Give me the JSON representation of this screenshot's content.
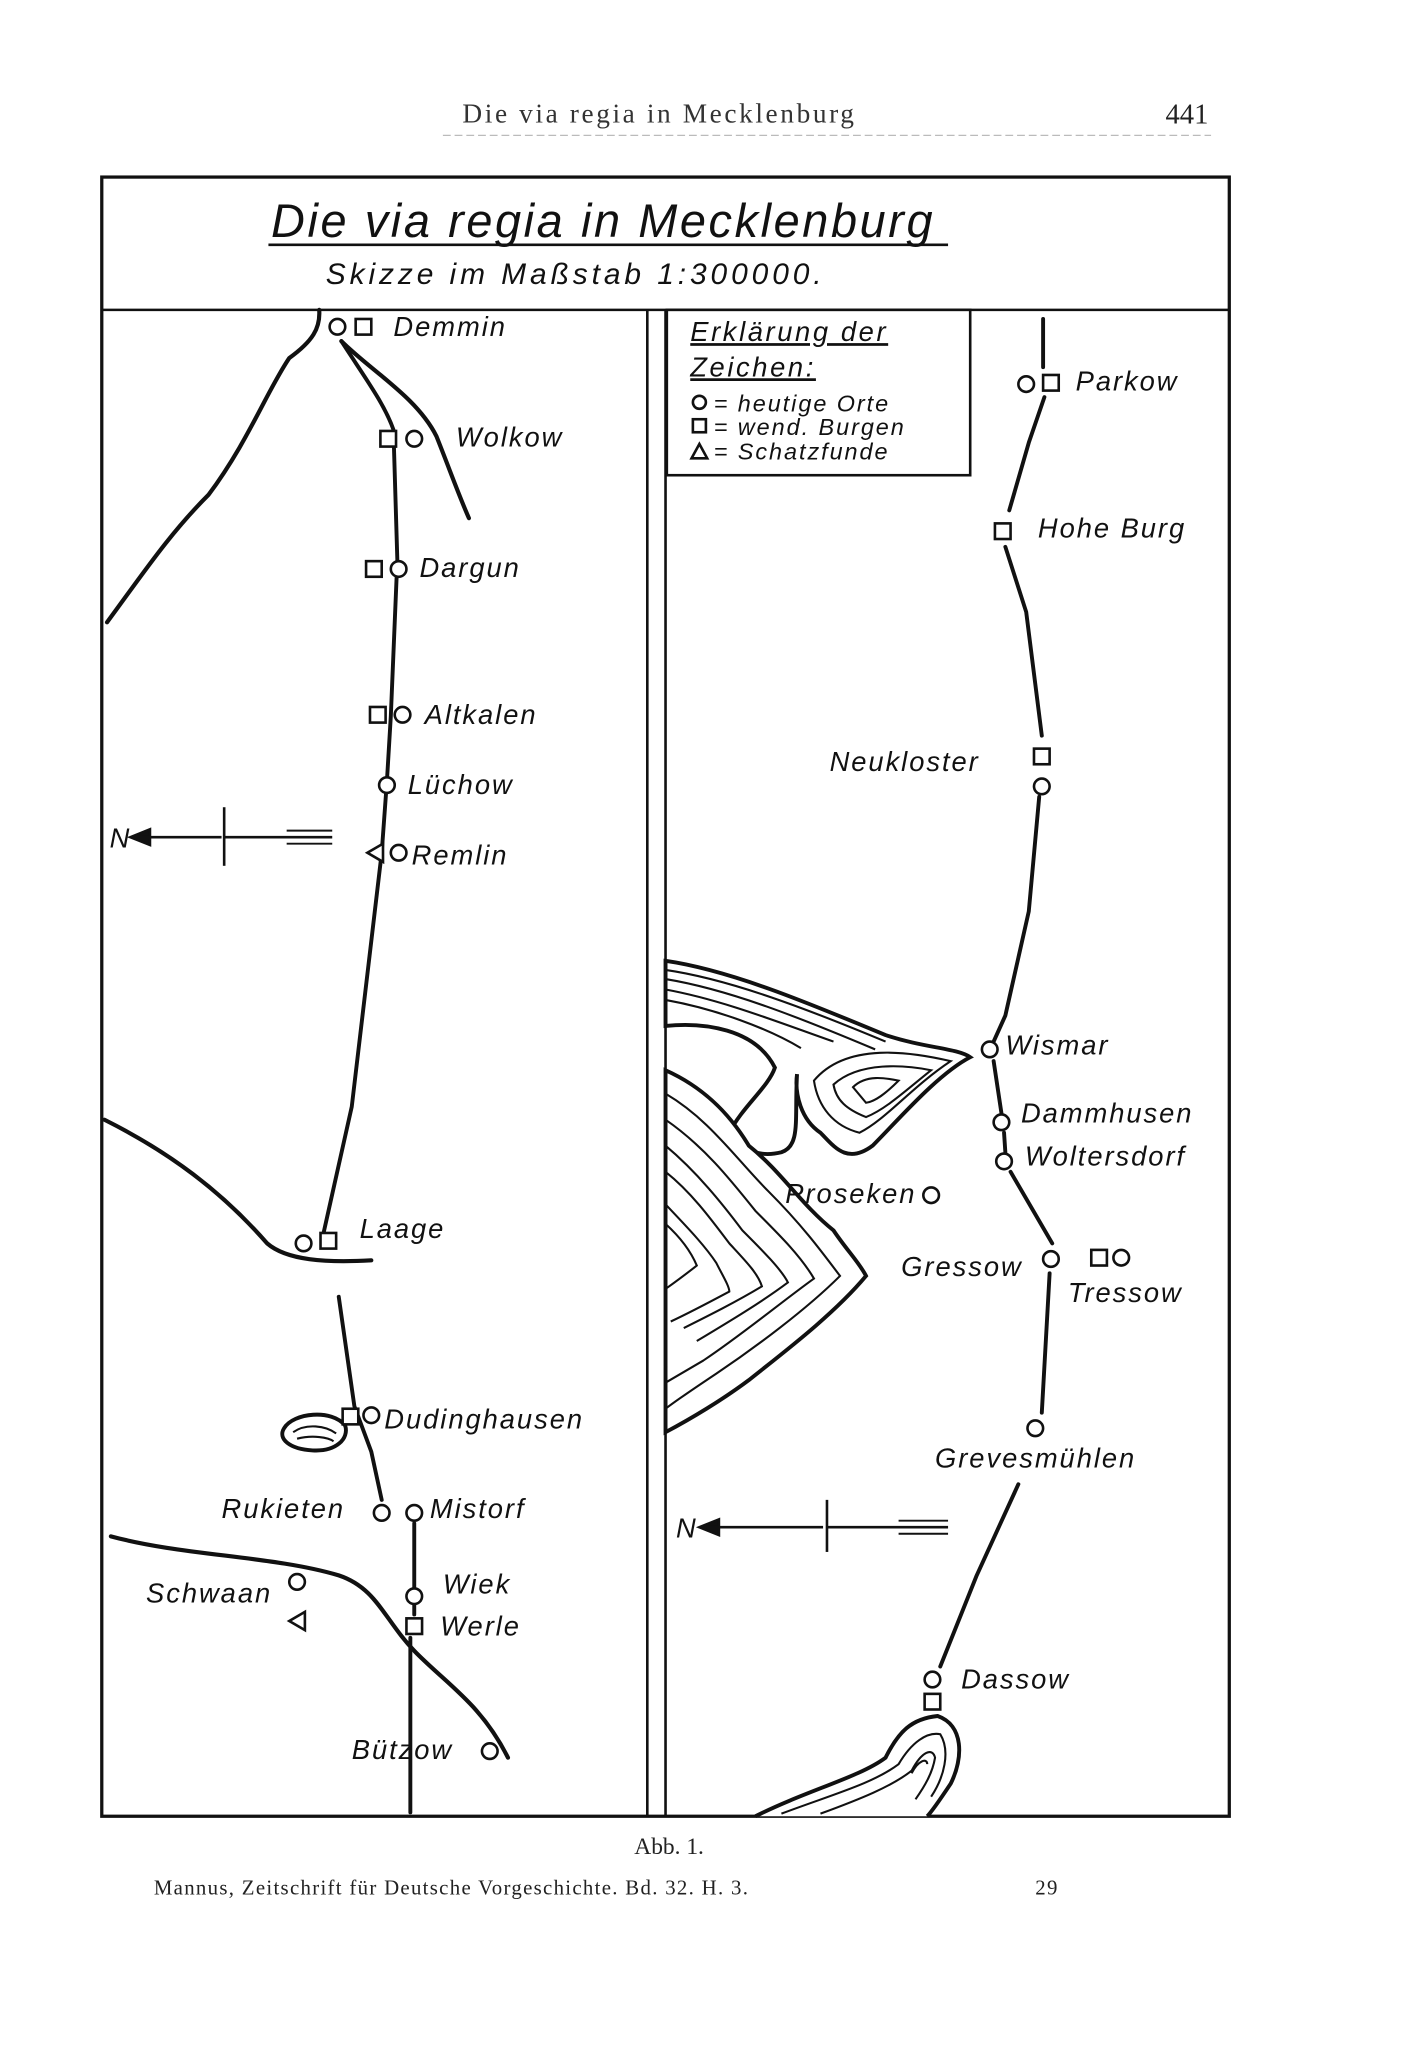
{
  "page_header": {
    "running_title": "Die via regia in Mecklenburg",
    "page_number": "441"
  },
  "map": {
    "title": "Die via regia in Mecklenburg",
    "subtitle": "Skizze im Maßstab 1:300000.",
    "legend": {
      "heading_1": "Erklärung der",
      "heading_2": "Zeichen:",
      "items": [
        {
          "symbol": "circle",
          "label": "= heutige Orte"
        },
        {
          "symbol": "square",
          "label": "= wend. Burgen"
        },
        {
          "symbol": "triangle",
          "label": "= Schatzfunde"
        }
      ]
    },
    "north_label": "N",
    "left_places": [
      "Demmin",
      "Wolkow",
      "Dargun",
      "Altkalen",
      "Lüchow",
      "Remlin",
      "Laage",
      "Dudinghausen",
      "Rukieten",
      "Mistorf",
      "Schwaan",
      "Wiek",
      "Werle",
      "Bützow"
    ],
    "right_places": [
      "Parkow",
      "Hohe Burg",
      "Neukloster",
      "Wismar",
      "Dammhusen",
      "Woltersdorf",
      "Proseken",
      "Gressow",
      "Tressow",
      "Grevesmühlen",
      "Dassow"
    ]
  },
  "caption": "Abb. 1.",
  "footer": {
    "citation": "Mannus, Zeitschrift für Deutsche Vorgeschichte. Bd. 32. H. 3.",
    "signature": "29"
  }
}
